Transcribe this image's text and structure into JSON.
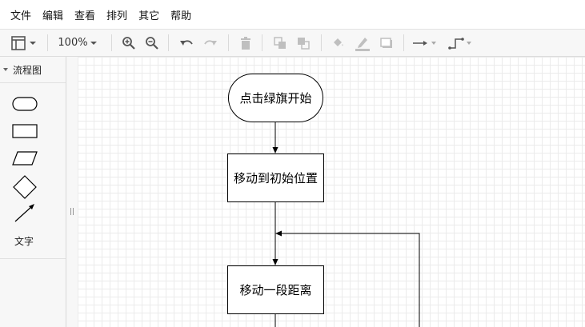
{
  "menu": {
    "items": [
      "文件",
      "编辑",
      "查看",
      "排列",
      "其它",
      "帮助"
    ]
  },
  "toolbar": {
    "zoom": "100%",
    "icons": [
      "panels-icon",
      "zoom-in-icon",
      "zoom-out-icon",
      "undo-icon",
      "redo-icon",
      "delete-icon",
      "to-front-icon",
      "to-back-icon",
      "fill-color-icon",
      "line-color-icon",
      "shadow-icon",
      "connection-arrow-icon",
      "waypoint-icon"
    ]
  },
  "sidebar": {
    "section_title": "流程图",
    "shapes": [
      "terminator-shape",
      "process-shape",
      "data-shape",
      "decision-shape",
      "arrow-shape",
      "text-shape"
    ],
    "text_shape_label": "文字"
  },
  "diagram": {
    "nodes": {
      "start": "点击绿旗开始",
      "move_initial": "移动到初始位置",
      "move_distance": "移动一段距离"
    }
  },
  "colors": {
    "canvas_grid": "#ebebeb",
    "toolbar_bg": "#f7f7f7",
    "icon_active": "#555555",
    "icon_disabled": "#bfbfbf"
  }
}
